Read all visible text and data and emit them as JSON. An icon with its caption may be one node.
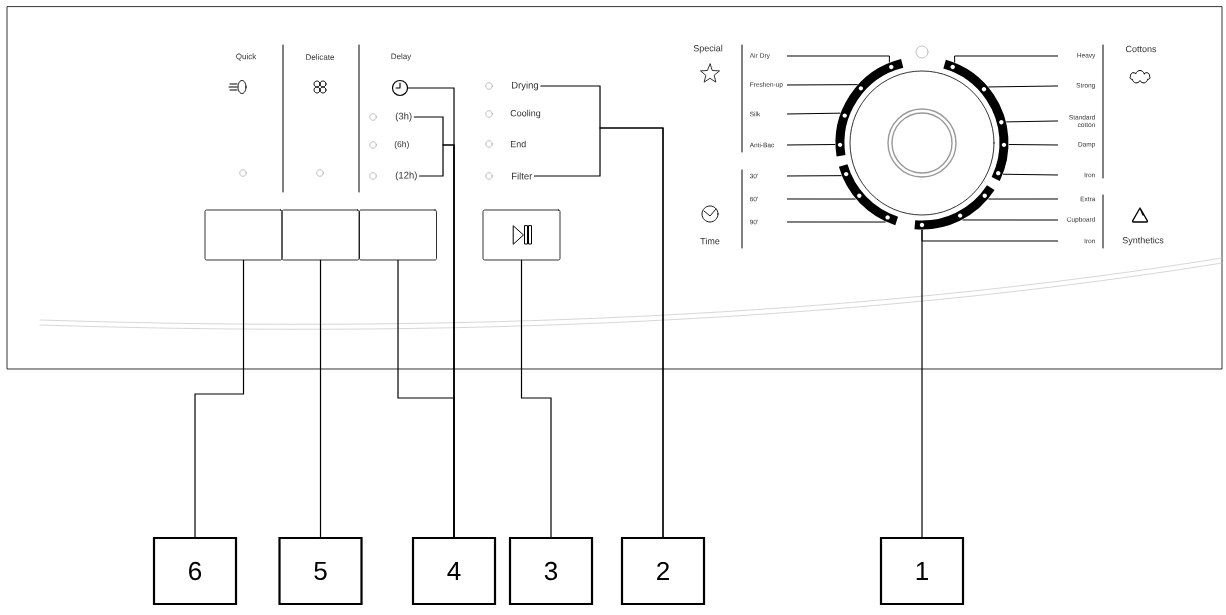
{
  "diagram": {
    "nodes": [
      {
        "text": [],
        "shape": "box"
      },
      {
        "text": [],
        "shape": "box"
      },
      {
        "text": [],
        "shape": "box"
      },
      {
        "text": [],
        "shape": "box"
      },
      {
        "text": [],
        "shape": "clock"
      },
      {
        "text": [
          "(3h)"
        ]
      },
      {
        "text": [
          "(12h)"
        ]
      },
      {
        "text": [
          "Drying"
        ]
      },
      {
        "text": [
          "Filter"
        ]
      },
      {
        "text": [],
        "shape": "circle"
      },
      {
        "text": [
          "Air Dry"
        ]
      },
      {
        "text": [
          "Freshen-up"
        ]
      },
      {
        "text": [
          "Silk"
        ]
      },
      {
        "text": [
          "Anti-Bac"
        ]
      },
      {
        "text": [
          "30'"
        ]
      },
      {
        "text": [
          "60'"
        ]
      },
      {
        "text": [
          "90'"
        ]
      },
      {
        "text": [
          "Heavy"
        ]
      },
      {
        "text": [
          "Strong"
        ]
      },
      {
        "text": [
          "Standard cotton"
        ]
      },
      {
        "text": [
          "Damp"
        ]
      },
      {
        "text": [
          "Iron"
        ]
      },
      {
        "text": [
          "Extra"
        ]
      },
      {
        "text": [
          "Cupboard"
        ]
      },
      {
        "text": [
          "Iron"
        ]
      },
      {
        "text": [
          "6"
        ]
      },
      {
        "text": [
          "5"
        ]
      },
      {
        "text": [
          "4"
        ]
      },
      {
        "text": [
          "3"
        ]
      },
      {
        "text": [
          "2"
        ]
      },
      {
        "text": [
          "1"
        ]
      }
    ],
    "edges": [
      {
        "from": 25,
        "to": 0,
        "arrow": "none"
      },
      {
        "from": 26,
        "to": 1,
        "arrow": "none"
      },
      {
        "from": 27,
        "to": 2,
        "arrow": "none"
      },
      {
        "from": 27,
        "to": 4,
        "arrow": "none"
      },
      {
        "from": 27,
        "to": 5,
        "arrow": "none"
      },
      {
        "from": 27,
        "to": 6,
        "arrow": "none"
      },
      {
        "from": 28,
        "to": 3,
        "arrow": "none"
      },
      {
        "from": 29,
        "to": 7,
        "arrow": "none"
      },
      {
        "from": 29,
        "to": 8,
        "arrow": "none"
      },
      {
        "from": 30,
        "to": 9,
        "arrow": "none"
      },
      {
        "from": 10,
        "to": 9,
        "arrow": "none"
      },
      {
        "from": 11,
        "to": 9,
        "arrow": "none"
      },
      {
        "from": 12,
        "to": 9,
        "arrow": "none"
      },
      {
        "from": 13,
        "to": 9,
        "arrow": "none"
      },
      {
        "from": 14,
        "to": 9,
        "arrow": "none"
      },
      {
        "from": 15,
        "to": 9,
        "arrow": "none"
      },
      {
        "from": 16,
        "to": 9,
        "arrow": "none"
      },
      {
        "from": 17,
        "to": 9,
        "arrow": "none"
      },
      {
        "from": 18,
        "to": 9,
        "arrow": "none"
      },
      {
        "from": 19,
        "to": 9,
        "arrow": "none"
      },
      {
        "from": 20,
        "to": 9,
        "arrow": "none"
      },
      {
        "from": 21,
        "to": 9,
        "arrow": "none"
      },
      {
        "from": 22,
        "to": 9,
        "arrow": "none"
      },
      {
        "from": 23,
        "to": 9,
        "arrow": "none"
      },
      {
        "from": 24,
        "to": 9,
        "arrow": "none"
      }
    ],
    "labels": [
      "Special",
      "Cottons",
      "Quick",
      "Delicate",
      "Delay",
      "Cooling",
      "(6h)",
      "End",
      "Time",
      "Synthetics"
    ]
  }
}
